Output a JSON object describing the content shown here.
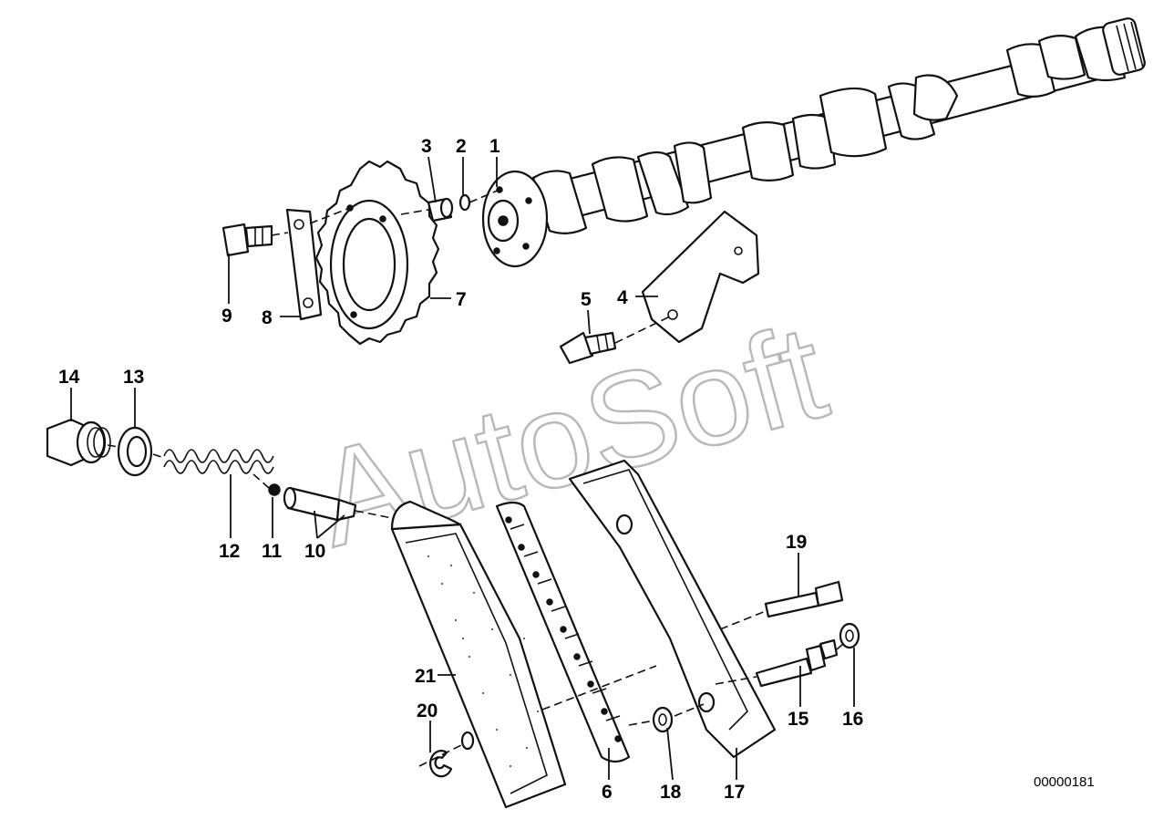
{
  "watermark": "AutoSoft",
  "diagram_ref": "00000181",
  "callouts": [
    {
      "id": "1",
      "label": "1"
    },
    {
      "id": "2",
      "label": "2"
    },
    {
      "id": "3",
      "label": "3"
    },
    {
      "id": "4",
      "label": "4"
    },
    {
      "id": "5",
      "label": "5"
    },
    {
      "id": "6",
      "label": "6"
    },
    {
      "id": "7",
      "label": "7"
    },
    {
      "id": "8",
      "label": "8"
    },
    {
      "id": "9",
      "label": "9"
    },
    {
      "id": "10",
      "label": "10"
    },
    {
      "id": "11",
      "label": "11"
    },
    {
      "id": "12",
      "label": "12"
    },
    {
      "id": "13",
      "label": "13"
    },
    {
      "id": "14",
      "label": "14"
    },
    {
      "id": "15",
      "label": "15"
    },
    {
      "id": "16",
      "label": "16"
    },
    {
      "id": "17",
      "label": "17"
    },
    {
      "id": "18",
      "label": "18"
    },
    {
      "id": "19",
      "label": "19"
    },
    {
      "id": "20",
      "label": "20"
    },
    {
      "id": "21",
      "label": "21"
    }
  ]
}
